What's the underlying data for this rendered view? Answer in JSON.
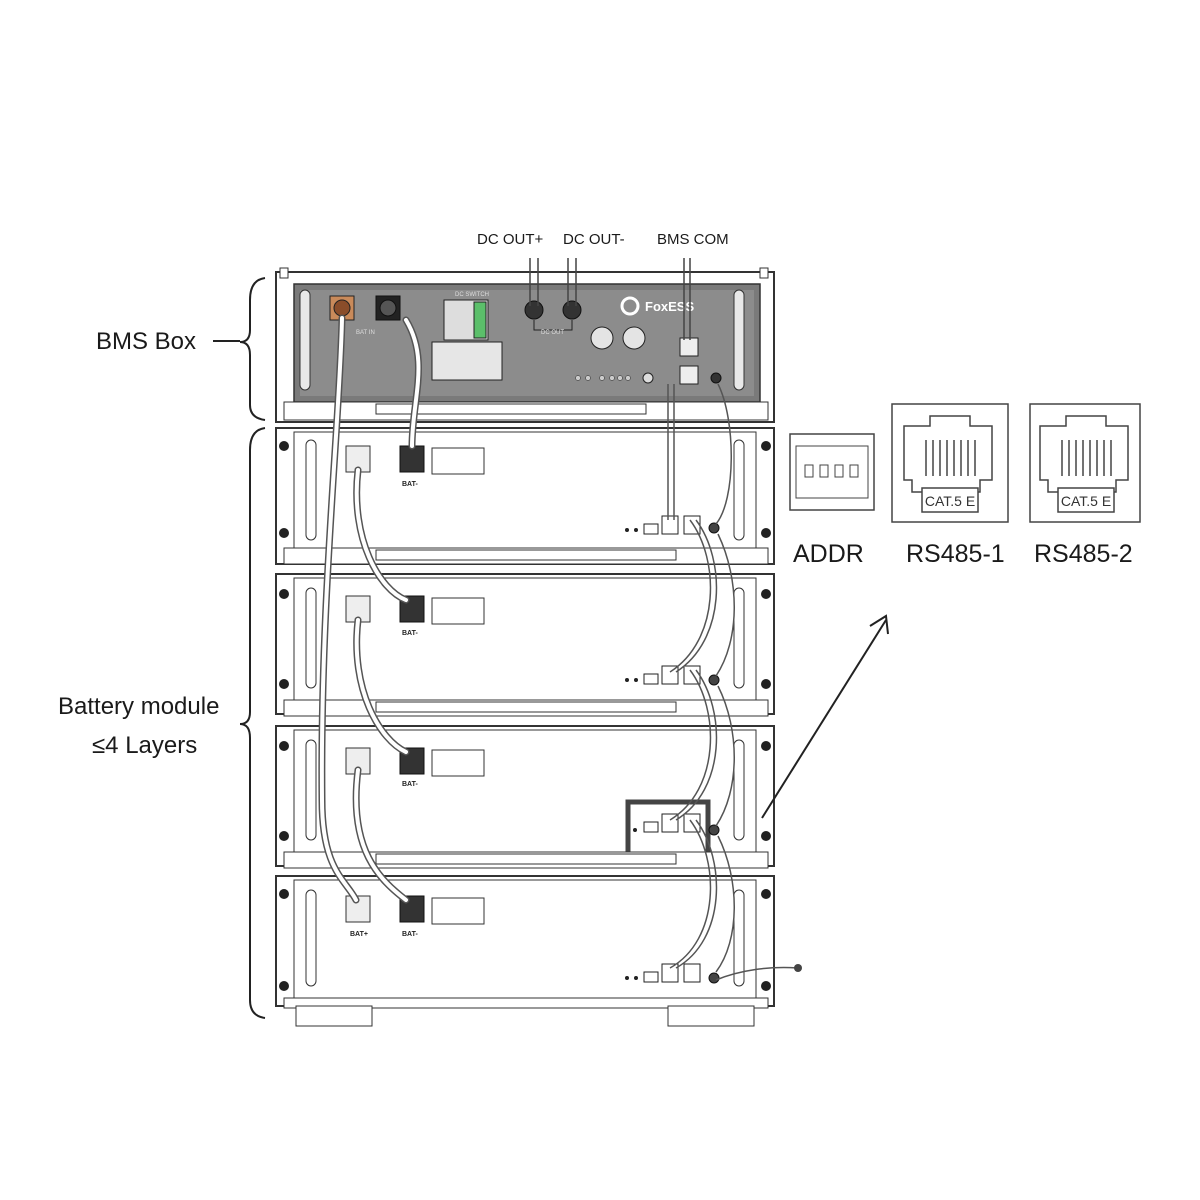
{
  "labels": {
    "bms_box": "BMS Box",
    "battery_module_line1": "Battery module",
    "battery_module_line2": "≤4 Layers",
    "dc_out_plus": "DC OUT+",
    "dc_out_minus": "DC OUT-",
    "bms_com": "BMS COM"
  },
  "ports": {
    "addr": "ADDR",
    "rs485_1": "RS485-1",
    "rs485_2": "RS485-2",
    "cat5e": "CAT.5 E"
  },
  "bms_panel": {
    "brand": "FoxESS",
    "bat_in": "BAT IN",
    "dc_switch": "DC SWITCH",
    "dc_out": "DC OUT"
  },
  "module_labels": {
    "bat_minus": "BAT-",
    "bat_plus": "BAT+"
  },
  "battery_module_count": 4
}
